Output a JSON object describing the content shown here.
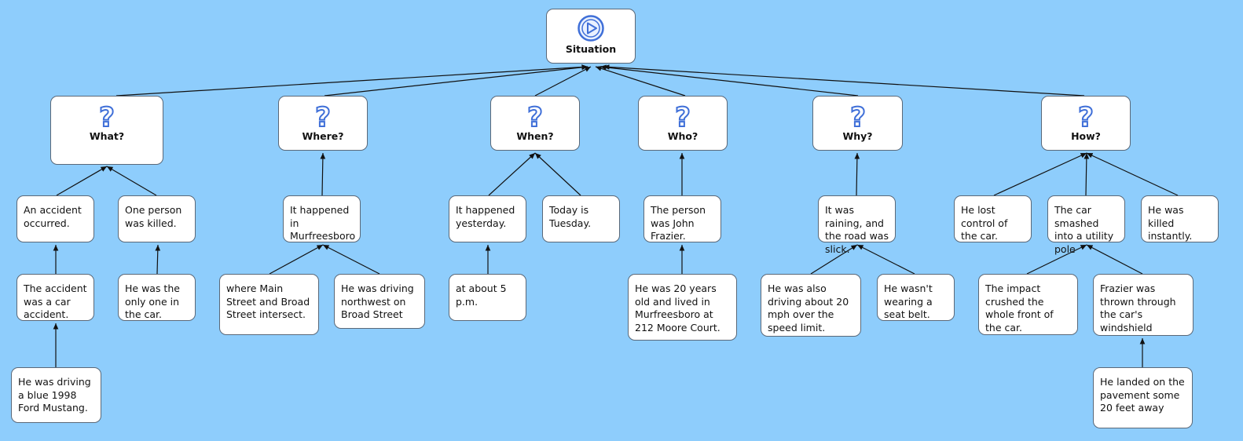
{
  "root": {
    "label": "Situation",
    "icon": "play-icon"
  },
  "questions": [
    {
      "id": "what",
      "label": "What?",
      "icon": "question-icon"
    },
    {
      "id": "where",
      "label": "Where?",
      "icon": "question-icon"
    },
    {
      "id": "when",
      "label": "When?",
      "icon": "question-icon"
    },
    {
      "id": "who",
      "label": "Who?",
      "icon": "question-icon"
    },
    {
      "id": "why",
      "label": "Why?",
      "icon": "question-icon"
    },
    {
      "id": "how",
      "label": "How?",
      "icon": "question-icon"
    }
  ],
  "answers": {
    "what_1": "An accident occurred.",
    "what_1a": "The accident was a car accident.",
    "what_1b": "He was driving a blue 1998 Ford Mustang.",
    "what_2": "One person was killed.",
    "what_2a": "He was the only one in the car.",
    "where_1": "It happened in Murfreesboro",
    "where_1a": "where Main Street and Broad Street intersect.",
    "where_1b": "He was driving northwest on Broad Street",
    "when_1": "It happened yesterday.",
    "when_1a": "at about 5 p.m.",
    "when_2": "Today is Tuesday.",
    "who_1": "The person was John Frazier.",
    "who_1a": "He was 20 years old and lived in Murfreesboro at 212 Moore Court.",
    "why_1": "It was raining, and the road was slick.",
    "why_1a": "He was also driving about 20 mph over the speed limit.",
    "why_1b": "He wasn't wearing a seat belt.",
    "how_1": "He lost control of the car.",
    "how_2": "The car smashed into a utility pole",
    "how_2a": "The impact crushed the whole front of the car.",
    "how_2b": "Frazier was thrown through the car's windshield",
    "how_2b1": "He landed on the pavement some 20 feet away",
    "how_3": "He was killed instantly."
  },
  "colors": {
    "background": "#8ecdfc",
    "icon_blue": "#3f6fd8",
    "edge": "#111111"
  }
}
